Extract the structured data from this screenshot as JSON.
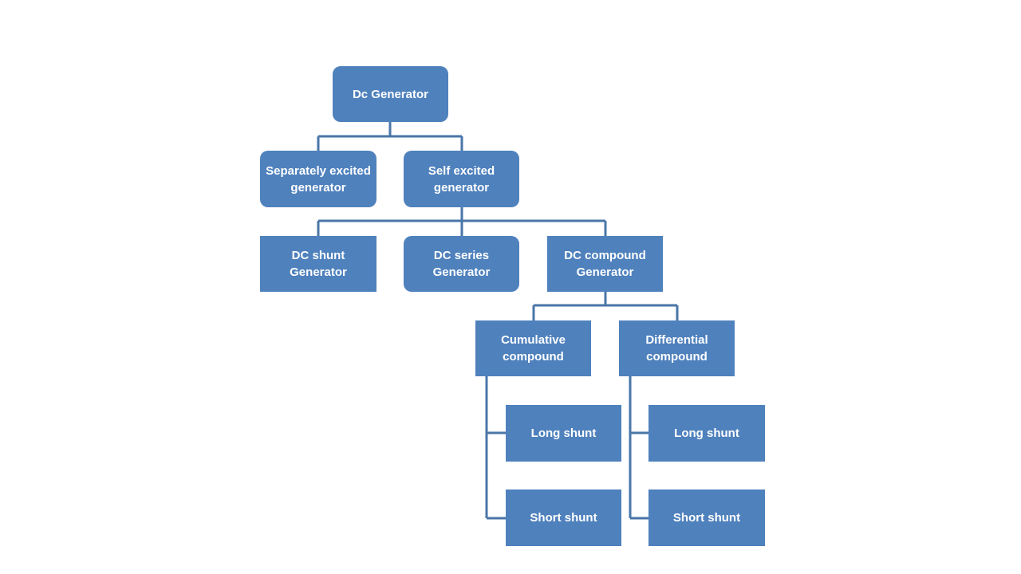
{
  "colors": {
    "box": "#4f81bd",
    "line": "#4a76a8",
    "text": "#ffffff"
  },
  "nodes": {
    "dc_generator": "Dc Generator",
    "separately_excited": {
      "line1": "Separately excited",
      "line2": "generator"
    },
    "self_excited": {
      "line1": "Self excited",
      "line2": "generator"
    },
    "dc_shunt": {
      "line1": "DC shunt",
      "line2": "Generator"
    },
    "dc_series": {
      "line1": "DC series",
      "line2": "Generator"
    },
    "dc_compound": {
      "line1": "DC compound",
      "line2": "Generator"
    },
    "cumulative": {
      "line1": "Cumulative",
      "line2": "compound"
    },
    "differential": {
      "line1": "Differential",
      "line2": "compound"
    },
    "cum_long": "Long shunt",
    "cum_short": "Short shunt",
    "diff_long": "Long shunt",
    "diff_short": "Short shunt"
  }
}
